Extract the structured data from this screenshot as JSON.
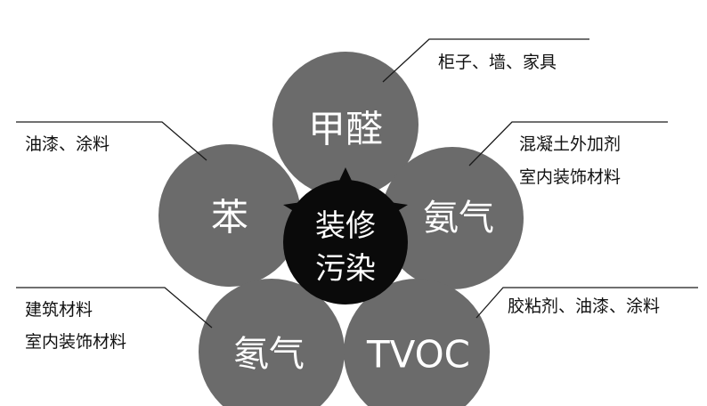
{
  "diagram": {
    "center": {
      "line1": "装修",
      "line2": "污染"
    },
    "petals": {
      "formaldehyde": "甲醛",
      "ammonia": "氨气",
      "tvoc": "TVOC",
      "radon": "氡气",
      "benzene": "苯"
    },
    "sources": {
      "formaldehyde": [
        "柜子、墙、家具"
      ],
      "ammonia": [
        "混凝土外加剂",
        "室内装饰材料"
      ],
      "tvoc": [
        "胶粘剂、油漆、涂料"
      ],
      "radon": [
        "建筑材料",
        "室内装饰材料"
      ],
      "benzene": [
        "油漆、涂料"
      ]
    },
    "colors": {
      "petal": "#6b6b6b",
      "center": "#0a0a0a",
      "line": "#1a1a1a",
      "text": "#111111",
      "background": "#ffffff"
    }
  }
}
